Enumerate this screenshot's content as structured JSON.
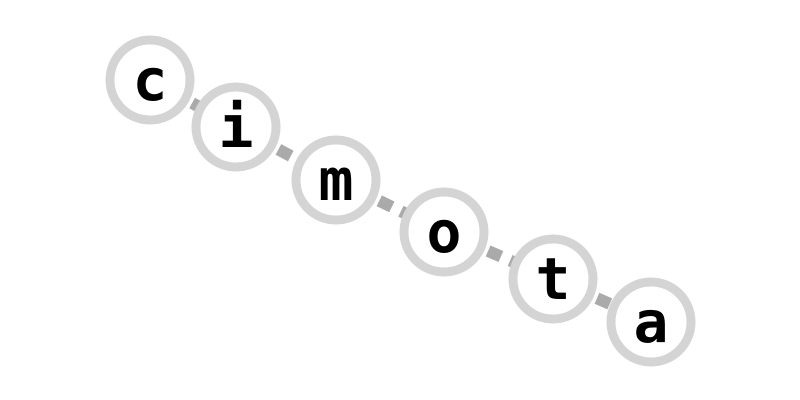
{
  "letters": [
    "c",
    "i",
    "m",
    "o",
    "t",
    "a"
  ],
  "colors": {
    "ring": "#d4d4d4",
    "link": "#aaaaaa",
    "letter": "#000000",
    "background": "#ffffff"
  }
}
